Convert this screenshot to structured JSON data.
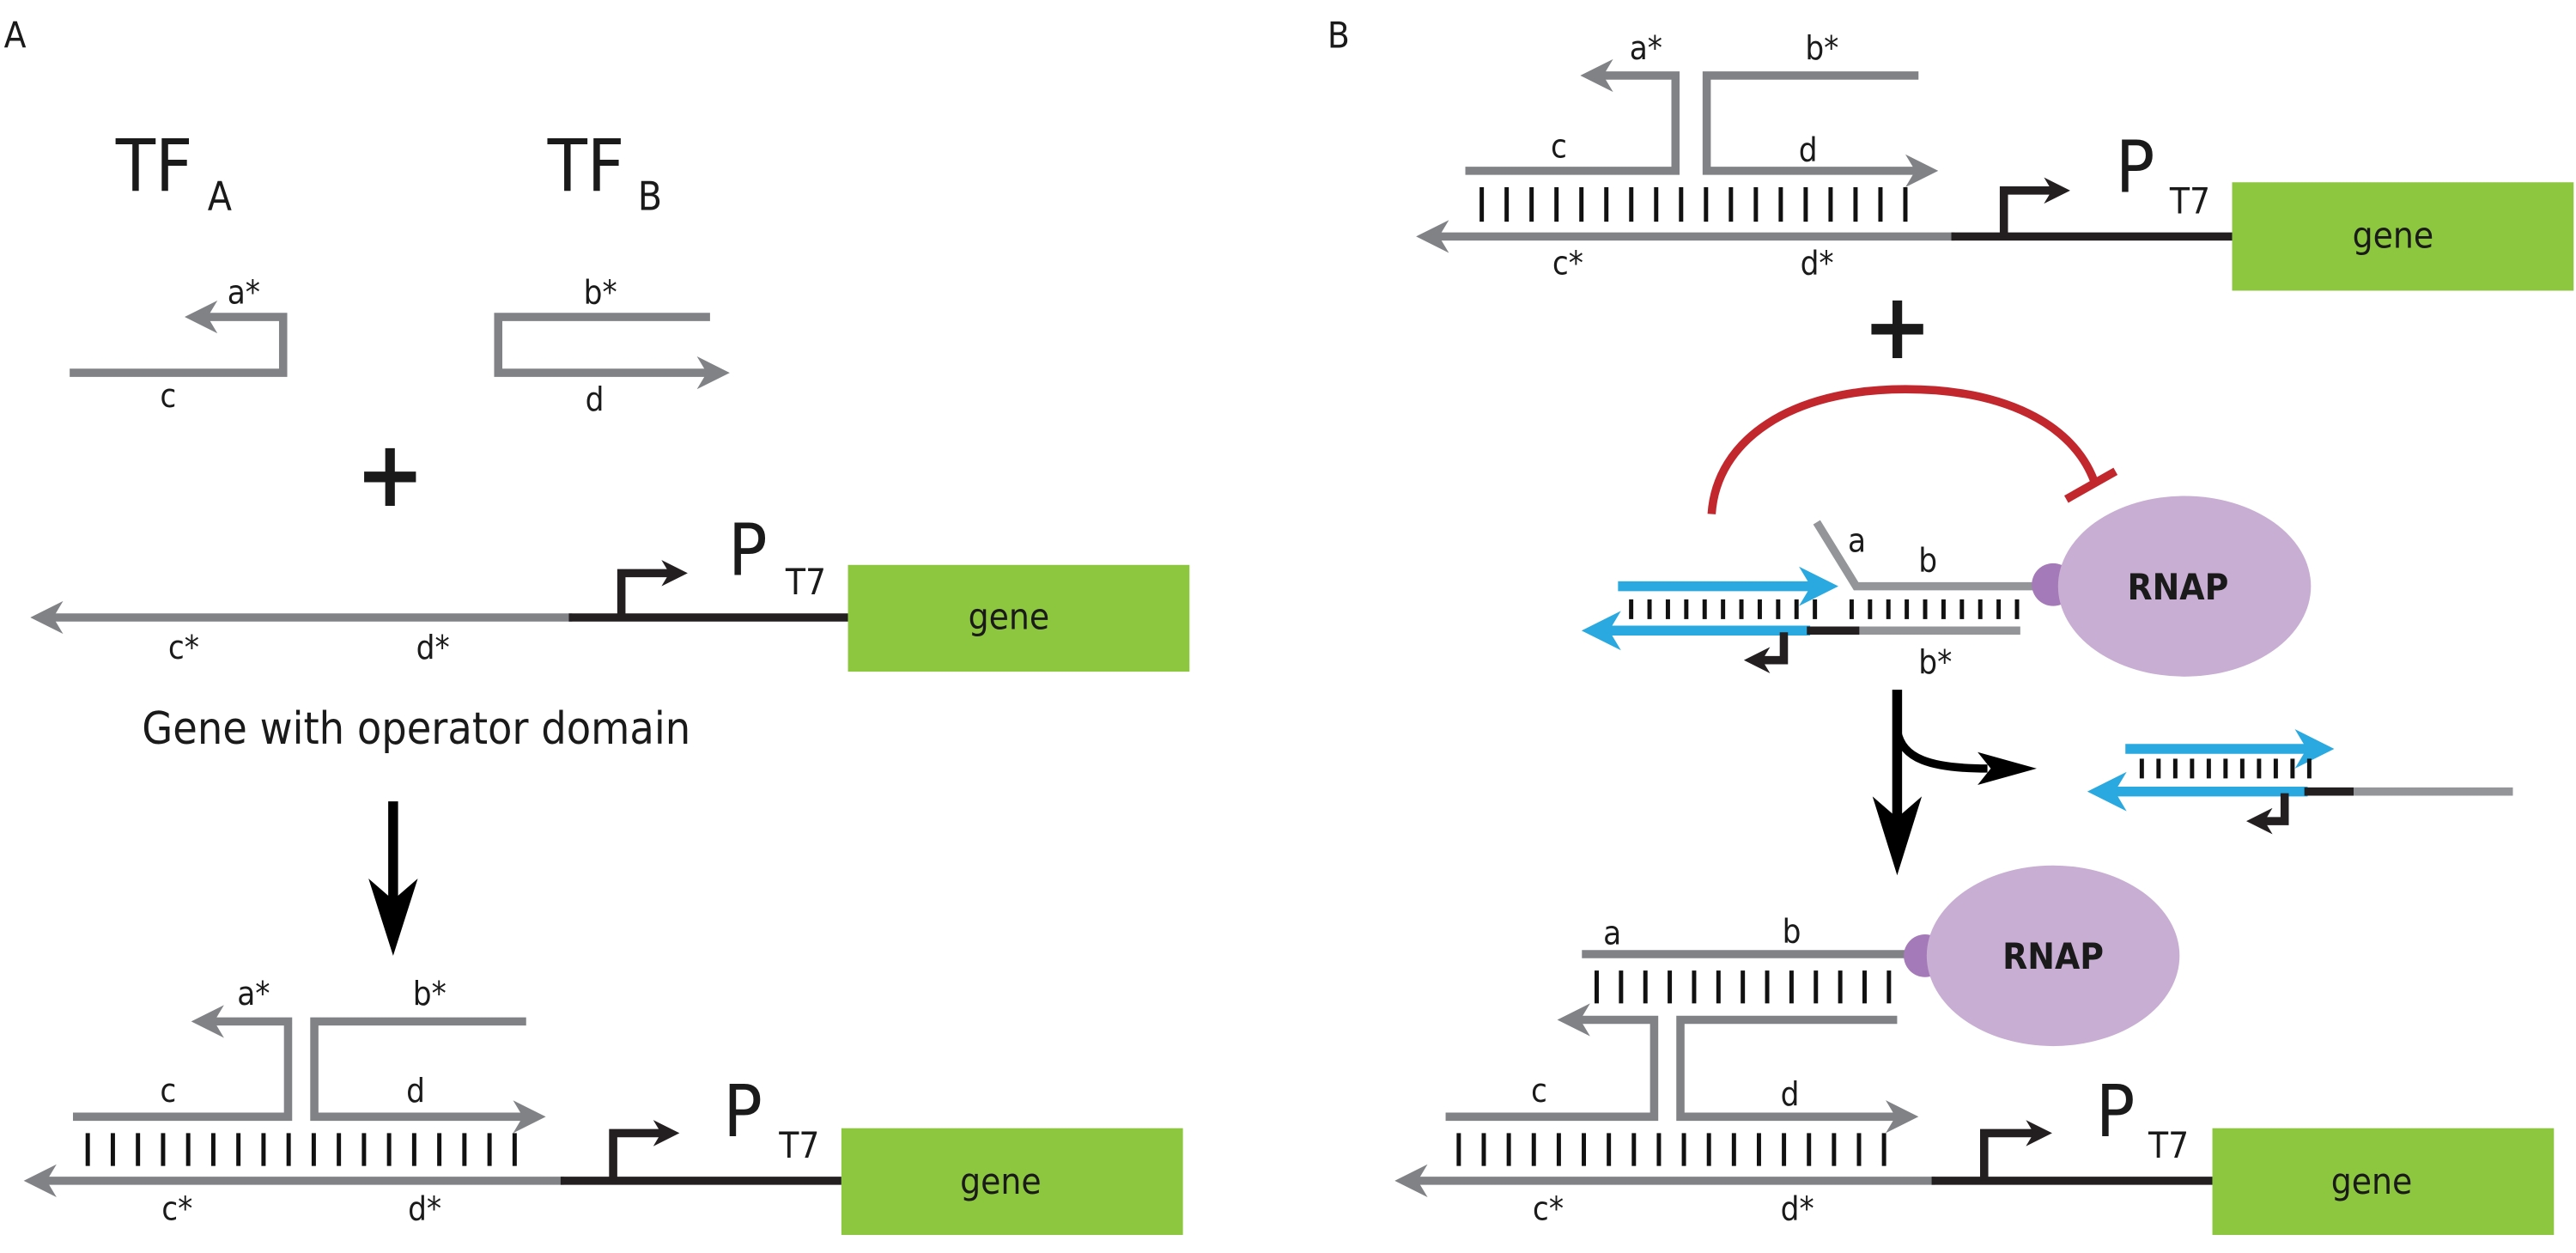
{
  "figure": {
    "panels": [
      {
        "id": "A",
        "label": "A"
      },
      {
        "id": "B",
        "label": "B"
      }
    ],
    "colors": {
      "strand_grey": "#808285",
      "promoter_black": "#231f20",
      "gene_green": "#8dc63f",
      "rnap_purple": "#c9aed4",
      "rnap_nub": "#a57ab8",
      "inhibition_red": "#c1272d",
      "blue_strand": "#29a9e0"
    },
    "panel_a": {
      "tf_a": {
        "main": "TF",
        "sub": "A"
      },
      "tf_b": {
        "main": "TF",
        "sub": "B"
      },
      "tf_a_domains": {
        "top": "a*",
        "bottom": "c"
      },
      "tf_b_domains": {
        "top": "b*",
        "bottom": "d"
      },
      "plus": "+",
      "gene_construct": {
        "domains": [
          "c*",
          "d*"
        ],
        "promoter": {
          "main": "P",
          "sub": "T7"
        },
        "gene_label": "gene"
      },
      "caption": "Gene with operator domain",
      "bound_complex": {
        "top_domains": [
          "a*",
          "b*"
        ],
        "mid_domains": [
          "c",
          "d"
        ],
        "bottom_domains": [
          "c*",
          "d*"
        ],
        "promoter": {
          "main": "P",
          "sub": "T7"
        },
        "gene_label": "gene"
      }
    },
    "panel_b": {
      "top_complex": {
        "top_domains": [
          "a*",
          "b*"
        ],
        "mid_domains": [
          "c",
          "d"
        ],
        "bottom_domains": [
          "c*",
          "d*"
        ],
        "promoter": {
          "main": "P",
          "sub": "T7"
        },
        "gene_label": "gene"
      },
      "plus": "+",
      "rnap_complex": {
        "domains": [
          "a",
          "b",
          "b*"
        ],
        "rnap_label": "RNAP"
      },
      "final_complex": {
        "rnap_domains": [
          "a",
          "b"
        ],
        "rnap_label": "RNAP",
        "mid_domains": [
          "c",
          "d"
        ],
        "bottom_domains": [
          "c*",
          "d*"
        ],
        "promoter": {
          "main": "P",
          "sub": "T7"
        },
        "gene_label": "gene"
      }
    }
  }
}
